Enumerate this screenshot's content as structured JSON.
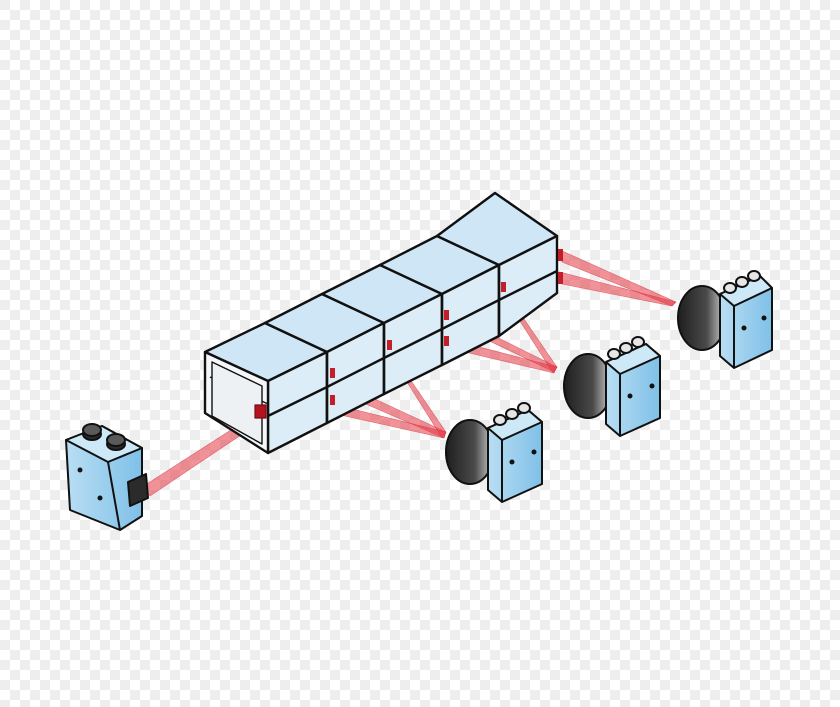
{
  "diagram": {
    "subject": "barcode-scanner-tunnel",
    "colors": {
      "background_a": "#ffffff",
      "background_b": "#e6e6e6",
      "outline": "#111111",
      "box_front": "#f4f6f8",
      "box_top": "#cfe6f6",
      "box_side": "#dcedf8",
      "laser": "#e53945",
      "scanner_body": "#8ec9ec",
      "scanner_lens": "#2b2b2b"
    },
    "packages": 5,
    "scanners": [
      "front-scanner",
      "side-scanner",
      "side-scanner",
      "side-scanner"
    ]
  }
}
